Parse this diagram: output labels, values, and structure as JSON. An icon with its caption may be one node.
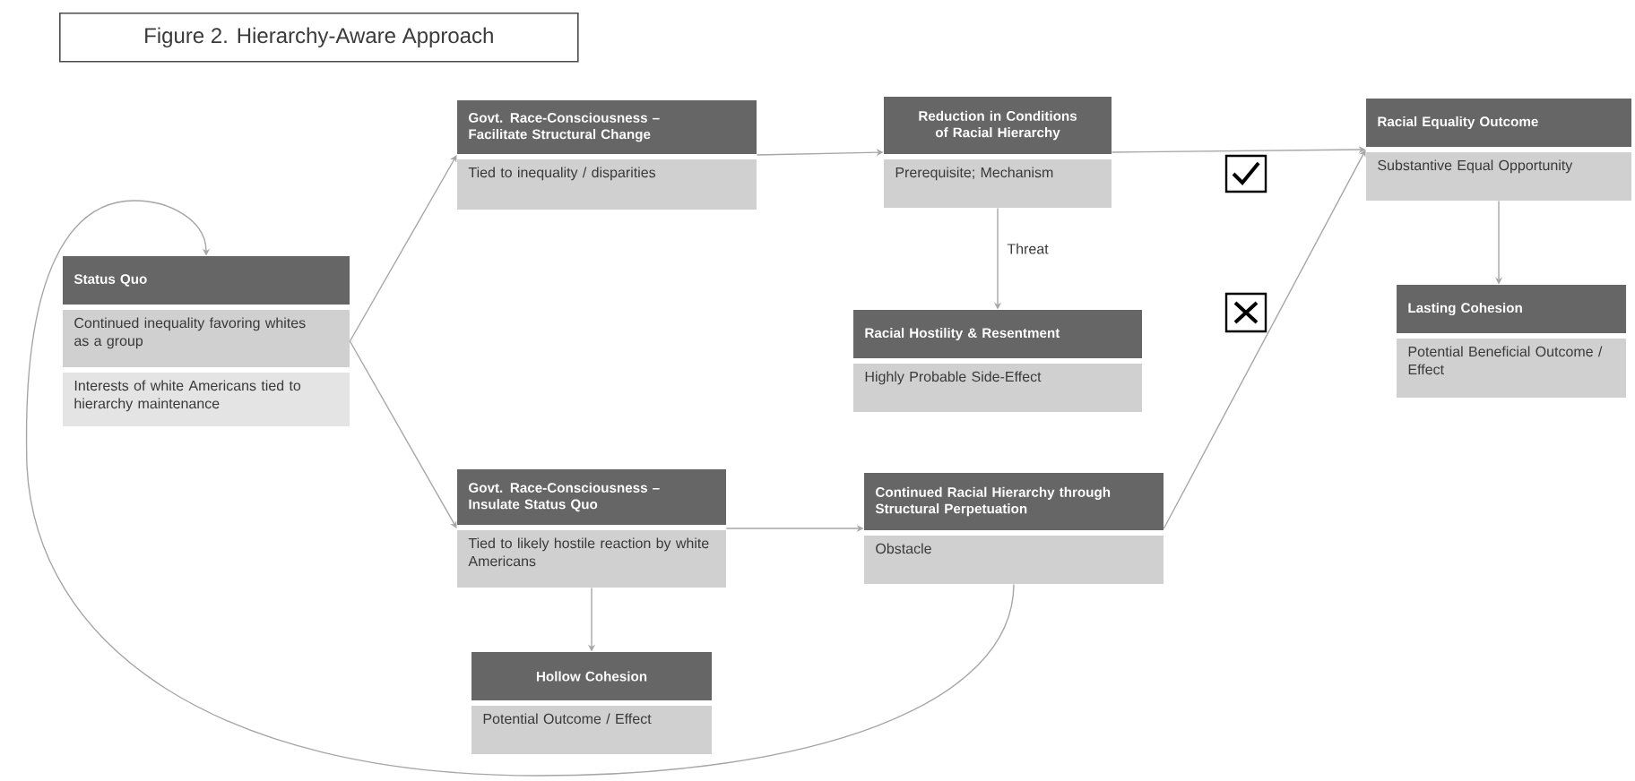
{
  "diagram": {
    "title": "Figure 2. Hierarchy-Aware Approach",
    "nodes": [
      {
        "text": [
          "Status Quo",
          "Continued inequality favoring whites as a group",
          "Interests of white Americans tied to hierarchy maintenance"
        ]
      },
      {
        "text": [
          "Govt. Race-Consciousness – Facilitate Structural Change",
          "Tied to inequality / disparities"
        ]
      },
      {
        "text": [
          "Govt. Race-Consciousness – Insulate Status Quo",
          "Tied to likely hostile reaction by white Americans"
        ]
      },
      {
        "text": [
          "Hollow Cohesion",
          "Potential Outcome / Effect"
        ]
      },
      {
        "text": [
          "Reduction in Conditions of Racial Hierarchy",
          "Prerequisite; Mechanism"
        ]
      },
      {
        "text": [
          "Racial Hostility & Resentment",
          "Highly Probable Side-Effect"
        ]
      },
      {
        "text": [
          "Continued Racial Hierarchy through Structural Perpetuation",
          "Obstacle"
        ]
      },
      {
        "text": [
          "Racial Equality Outcome",
          "Substantive Equal Opportunity"
        ]
      },
      {
        "text": [
          "Lasting Cohesion",
          "Potential Beneficial Outcome / Effect"
        ]
      }
    ],
    "edges": [
      {
        "from": 0,
        "to": 1,
        "arrow": "to"
      },
      {
        "from": 0,
        "to": 2,
        "arrow": "to"
      },
      {
        "from": 1,
        "to": 4,
        "arrow": "to"
      },
      {
        "from": 4,
        "to": 7,
        "arrow": "to"
      },
      {
        "from": 4,
        "to": 5,
        "arrow": "to",
        "label": "Threat"
      },
      {
        "from": 2,
        "to": 6,
        "arrow": "to"
      },
      {
        "from": 6,
        "to": 7,
        "arrow": "to"
      },
      {
        "from": 2,
        "to": 3,
        "arrow": "to"
      },
      {
        "from": 7,
        "to": 8,
        "arrow": "to"
      },
      {
        "from": 6,
        "to": 0,
        "arrow": "to"
      }
    ]
  }
}
